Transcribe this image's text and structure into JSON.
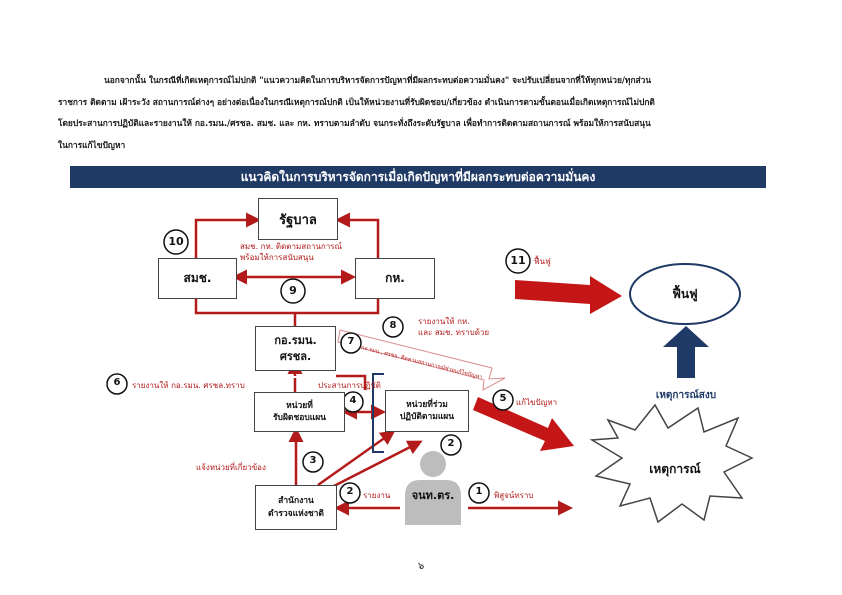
{
  "paragraph": [
    "นอกจากนั้น ในกรณีที่เกิดเหตุการณ์ไม่ปกติ \"แนวความคิดในการบริหารจัดการปัญหาที่มีผลกระทบต่อความมั่นคง\" จะปรับเปลี่ยนจากที่ให้ทุกหน่วย/ทุกส่วน",
    "ราชการ ติดตาม เฝ้าระวัง สถานการณ์ต่างๆ อย่างต่อเนื่องในกรณีเหตุการณ์ปกติ เป็นให้หน่วยงานที่รับผิดชอบ/เกี่ยวข้อง ดำเนินการตามขั้นตอนเมื่อเกิดเหตุการณ์ไม่ปกติ",
    "โดยประสานการปฏิบัติและรายงานให้ กอ.รมน./ศรชล. สมช. และ กห. ทราบตามลำดับ จนกระทั่งถึงระดับรัฐบาล เพื่อทำการติดตามสถานการณ์ พร้อมให้การสนับสนุน",
    "ในการแก้ไขปัญหา"
  ],
  "diagram": {
    "title": "แนวคิดในการบริหารจัดการเมื่อเกิดปัญหาที่มีผลกระทบต่อความมั่นคง",
    "nodes": {
      "government": "รัฐบาล",
      "nsc": "สมช.",
      "mod": "กห.",
      "isoc_line1": "กอ.รมน.",
      "isoc_line2": "ศรชล.",
      "resp_unit_line1": "หน่วยที่",
      "resp_unit_line2": "รับผิดชอบแผน",
      "joint_unit_line1": "หน่วยที่ร่วม",
      "joint_unit_line2": "ปฏิบัติตามแผน",
      "nia_line1": "สำนักงาน",
      "nia_line2": "ตำรวจแห่งชาติ",
      "official": "จนท.ตร.",
      "recovery": "ฟื้นฟู",
      "incident": "เหตุการณ์",
      "calm": "เหตุการณ์สงบ"
    },
    "labels": {
      "follow_support_1": "สมช. กห. ติดตามสถานการณ์",
      "follow_support_2": "พร้อมให้การสนับสนุน",
      "recovery_label": "ฟื้นฟู",
      "report_mod_1": "รายงานให้ กห.",
      "report_mod_2": "และ สมช. ทราบด้วย",
      "isoc_follow": "กอ.รมน., ศรชล. ติดตามสถานการณ์ช่วยแก้ไขปัญหา",
      "report_isoc": "รายงานให้ กอ.รมน. ศรชล.ทราบ",
      "coordinate": "ประสานการปฏิบัติ",
      "solve": "แก้ไขปัญหา",
      "notify_units": "แจ้งหน่วยที่เกี่ยวข้อง",
      "report": "รายงาน",
      "verify": "พิสูจน์ทราบ"
    },
    "steps": [
      "1",
      "2",
      "2",
      "3",
      "4",
      "5",
      "6",
      "7",
      "8",
      "9",
      "10",
      "11"
    ]
  },
  "page_number": "๖",
  "colors": {
    "accent_red": "#b31b1b",
    "banner_navy": "#203a66",
    "calm_arrow": "#1f3a66"
  }
}
